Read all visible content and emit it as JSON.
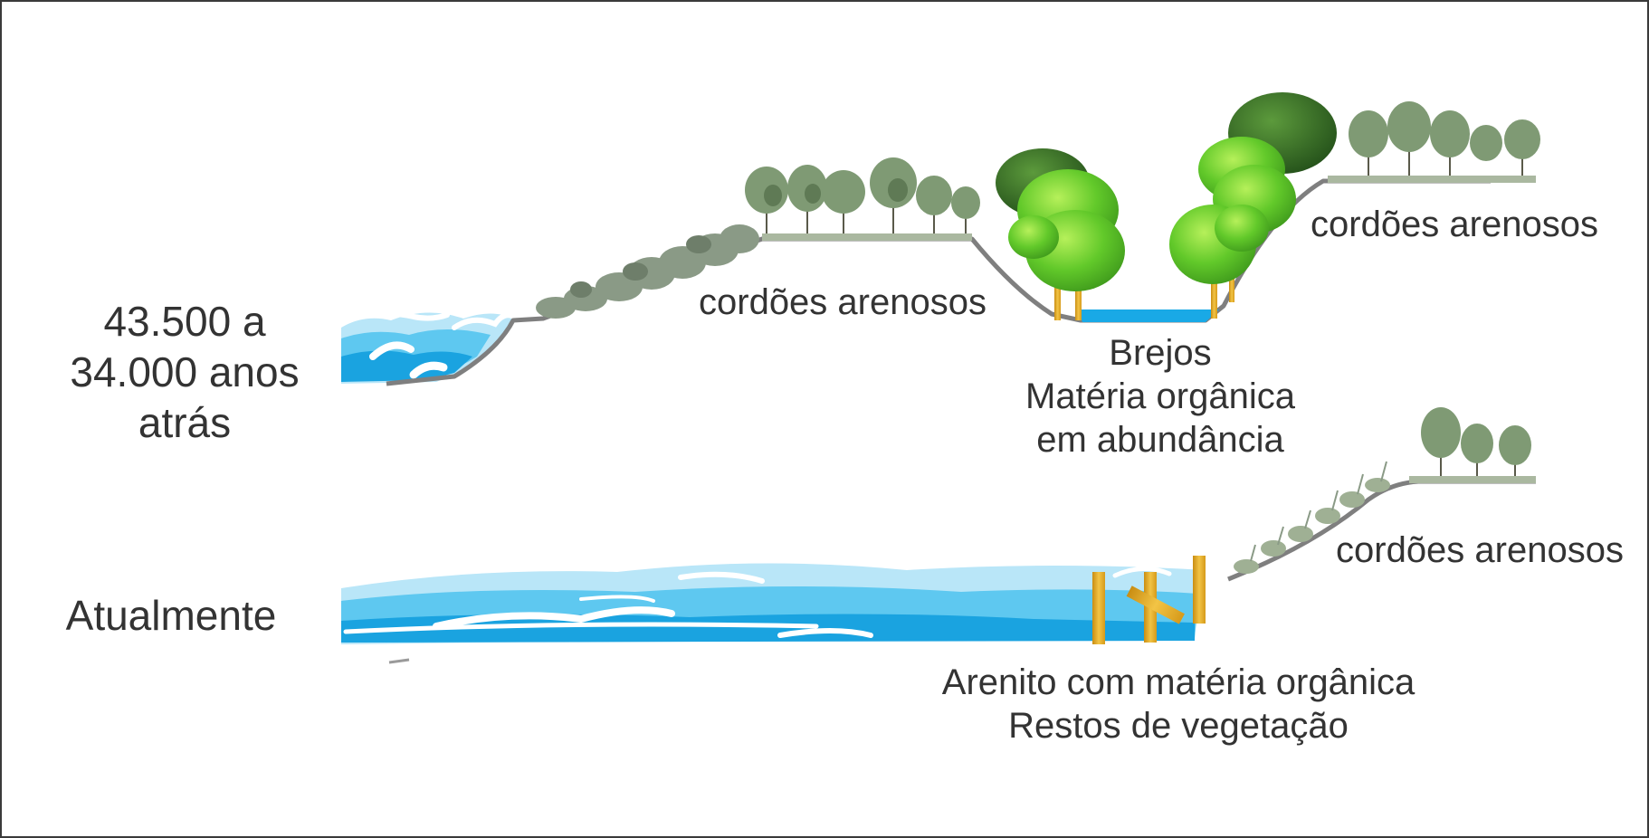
{
  "periods": {
    "past": {
      "lines": [
        "43.500 a",
        "34.000 anos",
        "atrás"
      ]
    },
    "present": {
      "label": "Atualmente"
    }
  },
  "past_scene": {
    "ridge_label_left": "cordões arenosos",
    "ridge_label_right": "cordões arenosos",
    "marsh_lines": [
      "Brejos",
      "Matéria orgânica",
      "em abundância"
    ]
  },
  "present_scene": {
    "ridge_label": "cordões arenosos",
    "deposit_lines": [
      "Arenito com matéria orgânica",
      "Restos de vegetação"
    ]
  },
  "colors": {
    "frame": "#3a3a3a",
    "text": "#333333",
    "ground_line": "#7f7f7f",
    "water_light": "#b9e6f8",
    "water_mid": "#5ec8f0",
    "water_dark": "#1aa3e0",
    "foam": "#ffffff",
    "tree_bright": "#62c92a",
    "tree_dark": "#2f6a1f",
    "shrub": "#8a9a86",
    "trunk": "#e8b52e",
    "marsh_water": "#19a9e6"
  }
}
